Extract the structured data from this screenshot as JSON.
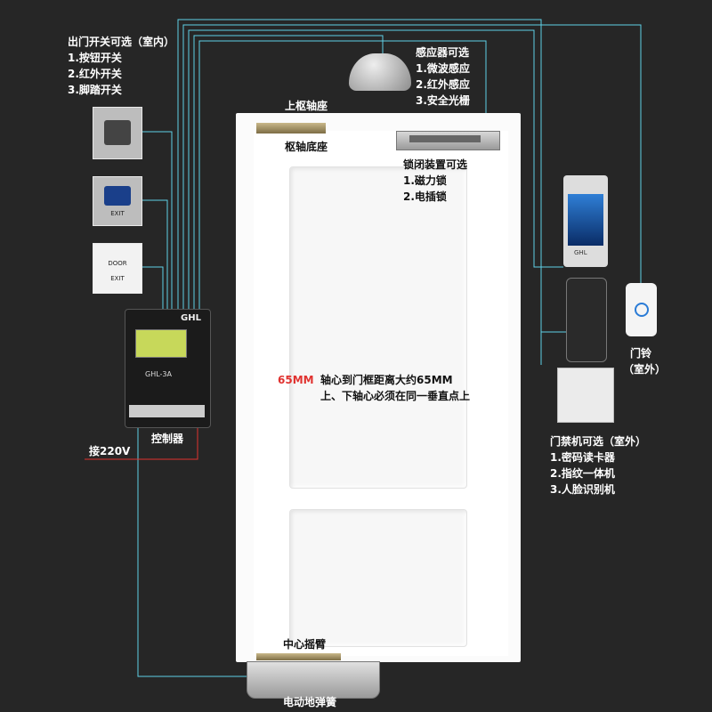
{
  "exit_switch": {
    "title": "出门开关可选（室内）",
    "items": [
      "1.按钮开关",
      "2.红外开关",
      "3.脚踏开关"
    ]
  },
  "sensor": {
    "title": "感应器可选",
    "items": [
      "1.微波感应",
      "2.红外感应",
      "3.安全光栅"
    ]
  },
  "pivot_top_label": "上枢轴座",
  "pivot_base_label": "枢轴底座",
  "lock": {
    "title": "锁闭装置可选",
    "items": [
      "1.磁力锁",
      "2.电插锁"
    ]
  },
  "measure": {
    "value": "65MM",
    "note1": "轴心到门框距离大约65MM",
    "note2": "上、下轴心必须在同一垂直点上"
  },
  "controller": {
    "label": "控制器",
    "brand": "GHL",
    "model": "GHL-3A"
  },
  "power_label": "接220V",
  "doorbell": {
    "label1": "门铃",
    "label2": "（室外）"
  },
  "access": {
    "title": "门禁机可选（室外）",
    "items": [
      "1.密码读卡器",
      "2.指纹一体机",
      "3.人脸识别机"
    ]
  },
  "swing_arm_label": "中心摇臂",
  "floor_spring_label": "电动地弹簧",
  "device_labels": {
    "exit_ir": "EXIT",
    "exit_door": "DOOR",
    "exit_door2": "EXIT",
    "face_brand": "GHL"
  },
  "colors": {
    "background": "#262626",
    "wire": "#5fd0e6",
    "measure": "#e0322f",
    "power_wire": "#e0322f"
  }
}
